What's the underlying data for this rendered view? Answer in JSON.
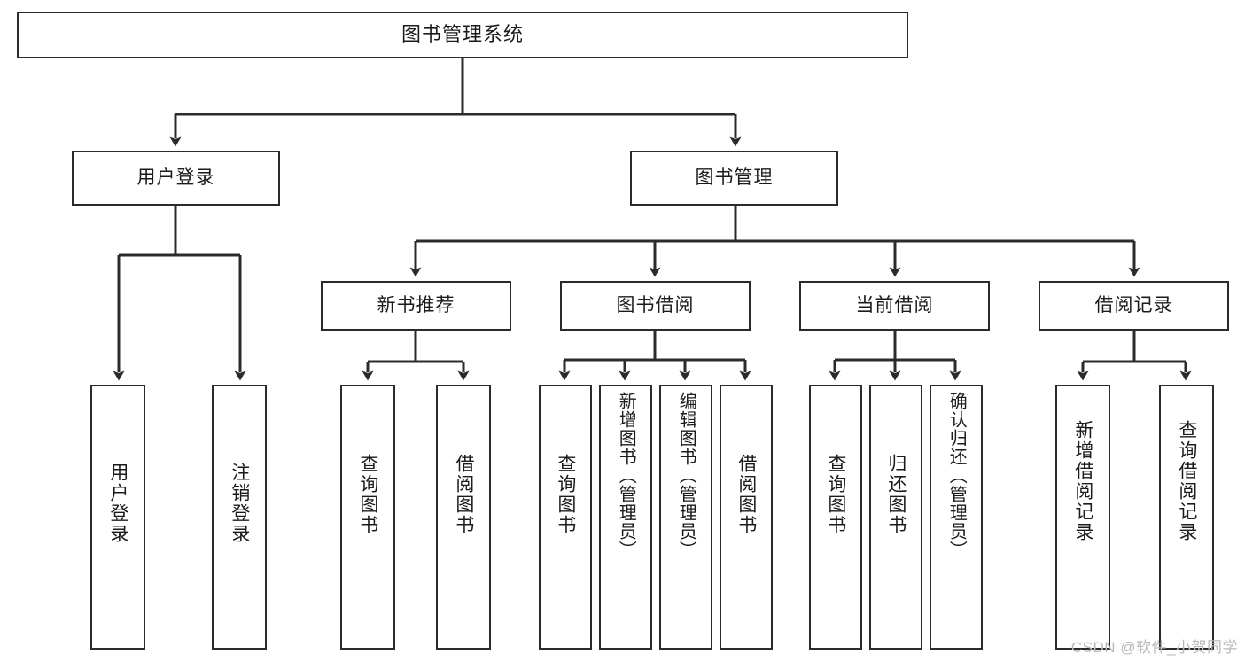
{
  "diagram": {
    "title": "图书管理系统",
    "type": "tree-hierarchy-chart",
    "line_color": "#2b2b2b",
    "box_fill": "#ffffff",
    "text_color": "#1b1b1b"
  },
  "root": {
    "label": "图书管理系统"
  },
  "level2": [
    {
      "label": "用户登录"
    },
    {
      "label": "图书管理"
    }
  ],
  "level3": [
    {
      "label": "新书推荐"
    },
    {
      "label": "图书借阅"
    },
    {
      "label": "当前借阅"
    },
    {
      "label": "借阅记录"
    }
  ],
  "leaves": {
    "user_login": [
      {
        "label": "用户登录"
      },
      {
        "label": "注销登录"
      }
    ],
    "new_book_recommend": [
      {
        "label": "查询图书"
      },
      {
        "label": "借阅图书"
      }
    ],
    "book_borrow": [
      {
        "label": "查询图书"
      },
      {
        "label": "新增图书（管理员）"
      },
      {
        "label": "编辑图书（管理员）"
      },
      {
        "label": "借阅图书"
      }
    ],
    "current_borrow": [
      {
        "label": "查询图书"
      },
      {
        "label": "归还图书"
      },
      {
        "label": "确认归还（管理员）"
      }
    ],
    "borrow_record": [
      {
        "label": "新增借阅记录"
      },
      {
        "label": "查询借阅记录"
      }
    ]
  },
  "watermark": {
    "text": "CSDN @软件_小贺同学"
  }
}
